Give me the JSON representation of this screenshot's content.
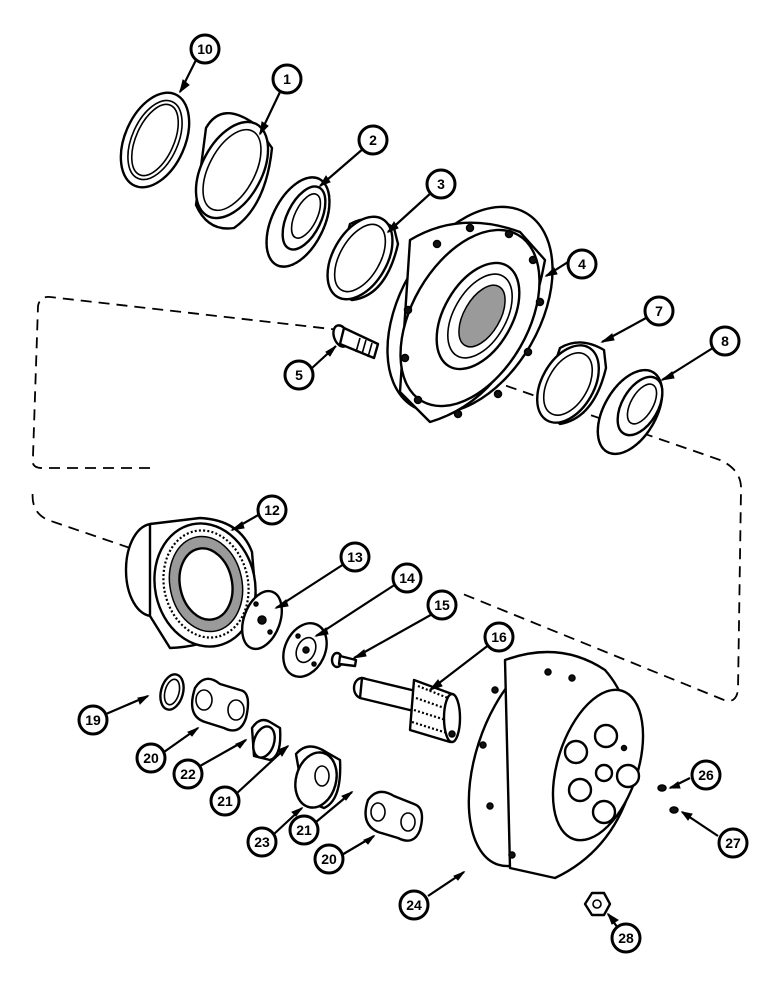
{
  "callouts": [
    {
      "id": "c10",
      "label": "10"
    },
    {
      "id": "c1",
      "label": "1"
    },
    {
      "id": "c2",
      "label": "2"
    },
    {
      "id": "c3",
      "label": "3"
    },
    {
      "id": "c4",
      "label": "4"
    },
    {
      "id": "c5",
      "label": "5"
    },
    {
      "id": "c7",
      "label": "7"
    },
    {
      "id": "c8",
      "label": "8"
    },
    {
      "id": "c12",
      "label": "12"
    },
    {
      "id": "c13",
      "label": "13"
    },
    {
      "id": "c14",
      "label": "14"
    },
    {
      "id": "c15",
      "label": "15"
    },
    {
      "id": "c16",
      "label": "16"
    },
    {
      "id": "c19",
      "label": "19"
    },
    {
      "id": "c20a",
      "label": "20"
    },
    {
      "id": "c22",
      "label": "22"
    },
    {
      "id": "c21a",
      "label": "21"
    },
    {
      "id": "c23",
      "label": "23"
    },
    {
      "id": "c21b",
      "label": "21"
    },
    {
      "id": "c20b",
      "label": "20"
    },
    {
      "id": "c24",
      "label": "24"
    },
    {
      "id": "c26",
      "label": "26"
    },
    {
      "id": "c27",
      "label": "27"
    },
    {
      "id": "c28",
      "label": "28"
    }
  ],
  "colors": {
    "line": "#000000",
    "background": "#ffffff"
  }
}
